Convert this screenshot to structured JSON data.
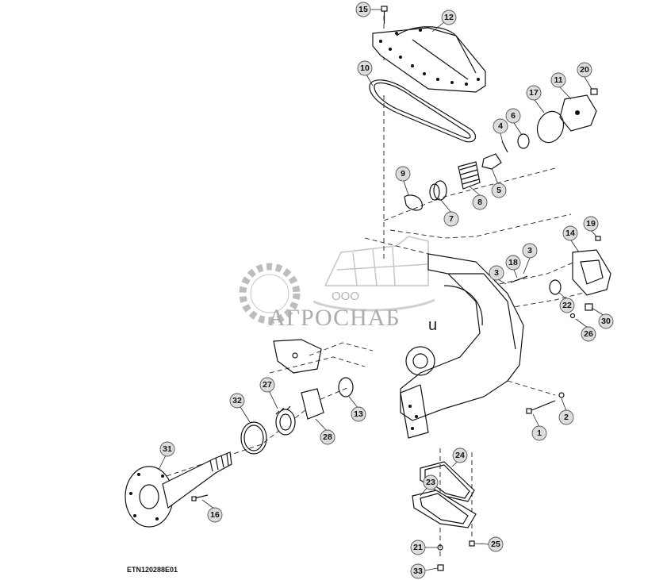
{
  "figure_code": "ETN120288E01",
  "watermark": {
    "line1": "ООО",
    "line2": "АГРОСНАБ",
    "suffix": "u"
  },
  "callouts": {
    "c1": "1",
    "c2": "2",
    "c3a": "3",
    "c3b": "3",
    "c4": "4",
    "c5": "5",
    "c6": "6",
    "c7": "7",
    "c8": "8",
    "c9": "9",
    "c10": "10",
    "c11": "11",
    "c12": "12",
    "c13": "13",
    "c14": "14",
    "c15": "15",
    "c16": "16",
    "c17": "17",
    "c18": "18",
    "c19": "19",
    "c20": "20",
    "c21": "21",
    "c22": "22",
    "c23": "23",
    "c24": "24",
    "c25": "25",
    "c26": "26",
    "c27": "27",
    "c28": "28",
    "c30": "30",
    "c31": "31",
    "c32": "32",
    "c33": "33"
  }
}
